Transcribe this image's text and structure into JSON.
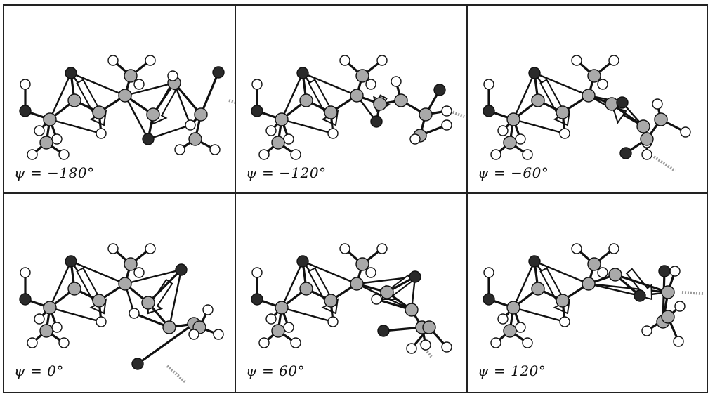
{
  "panels": [
    {
      "label": "ψ = −180°"
    },
    {
      "label": "ψ = −120°"
    },
    {
      "label": "ψ = −60°"
    },
    {
      "label": "ψ = 0°"
    },
    {
      "label": "ψ = 60°"
    },
    {
      "label": "ψ = 120°"
    }
  ],
  "colors": {
    "border": "#222222",
    "bond": "#111111",
    "carbon": "#a9a9a9",
    "oxygen": "#2a2a2a",
    "hydrogen": "#ffffff",
    "dipole_arrow": "#ffffff",
    "gray_arrow": "#9a9a9a"
  }
}
